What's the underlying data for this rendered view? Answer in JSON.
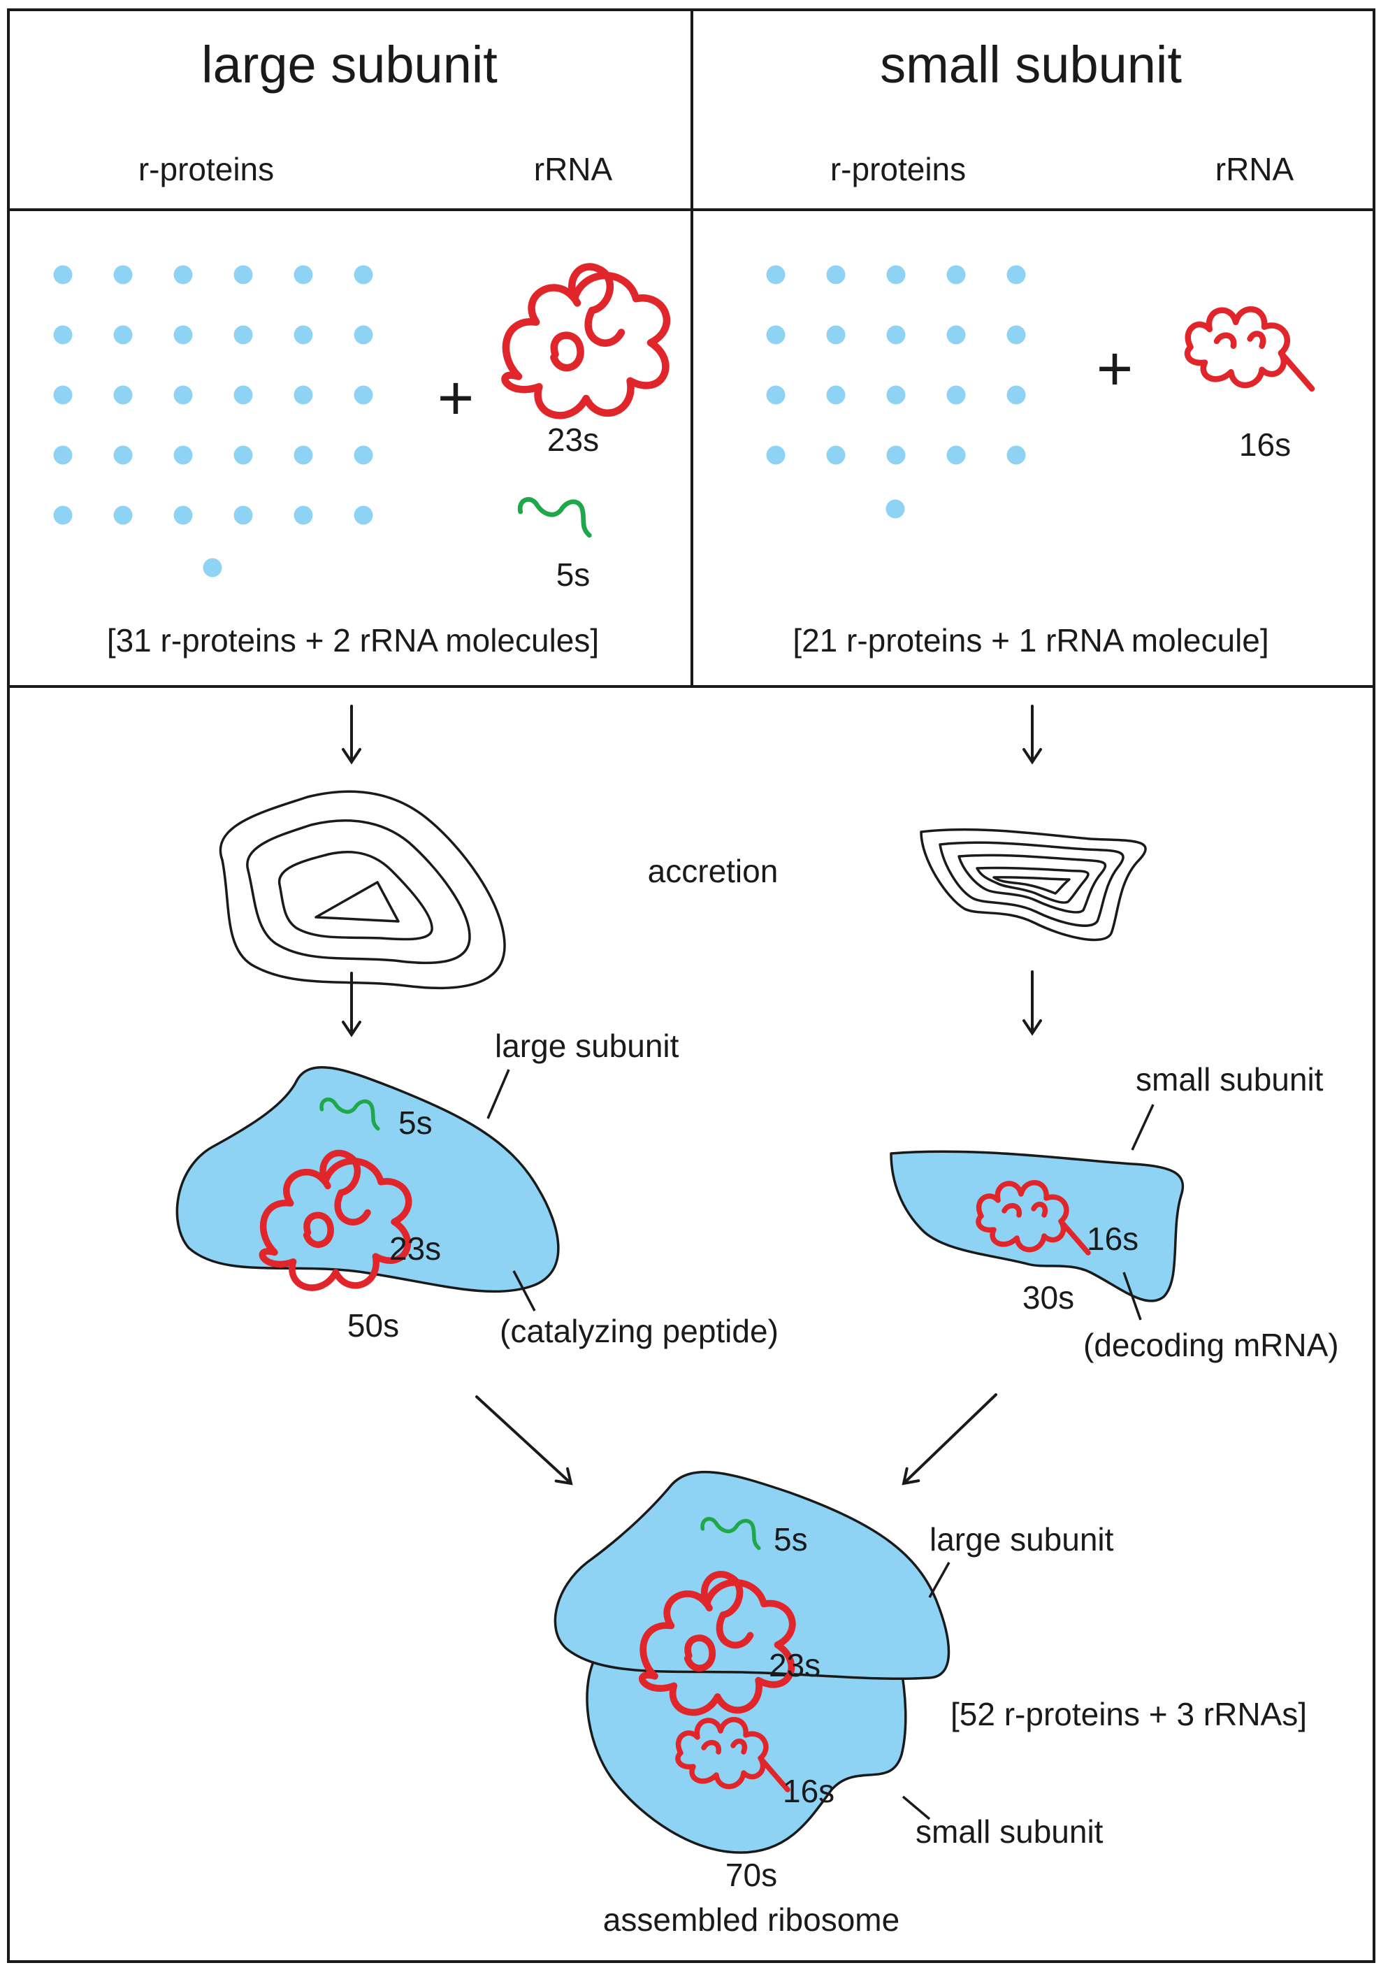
{
  "large_panel": {
    "title": "large subunit",
    "col_proteins": "r-proteins",
    "col_rrna": "rRNA",
    "plus": "+",
    "rrna_23s": "23s",
    "rrna_5s": "5s",
    "summary": "[31 r-proteins + 2 rRNA molecules]",
    "protein_count": 31
  },
  "small_panel": {
    "title": "small subunit",
    "col_proteins": "r-proteins",
    "col_rrna": "rRNA",
    "plus": "+",
    "rrna_16s": "16s",
    "summary": "[21 r-proteins + 1 rRNA molecule]",
    "protein_count": 21
  },
  "process": {
    "accretion": "accretion"
  },
  "large_subunit_result": {
    "label": "large subunit",
    "rrna_5s": "5s",
    "rrna_23s": "23s",
    "svedberg": "50s",
    "function": "(catalyzing peptide)"
  },
  "small_subunit_result": {
    "label": "small subunit",
    "rrna_16s": "16s",
    "svedberg": "30s",
    "function": "(decoding mRNA)"
  },
  "ribosome": {
    "large_label": "large subunit",
    "rrna_5s": "5s",
    "rrna_23s": "23s",
    "rrna_16s": "16s",
    "summary": "[52 r-proteins + 3 rRNAs]",
    "small_label": "small subunit",
    "svedberg": "70s",
    "caption": "assembled ribosome"
  },
  "colors": {
    "protein": "#8fd3f4",
    "rrna_red": "#e0262a",
    "rrna_green": "#1ea84a",
    "line": "#1a1a1a"
  }
}
